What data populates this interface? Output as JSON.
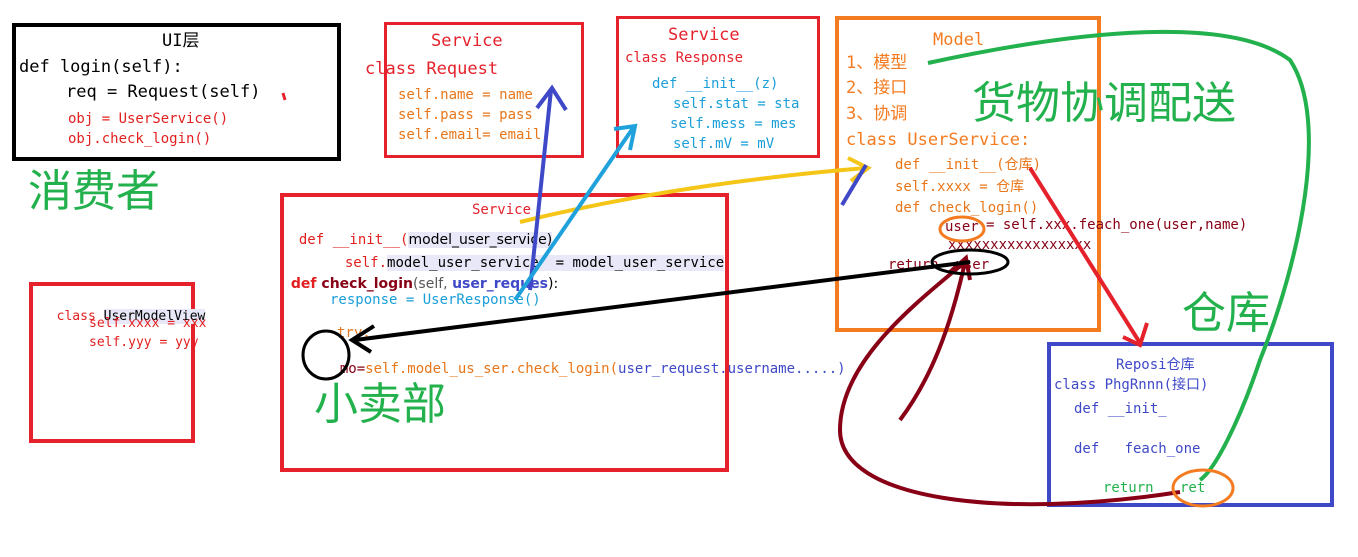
{
  "colors": {
    "red": "#e5212b",
    "blue": "#3f49c8",
    "orange": "#f47b20",
    "green": "#22b14c",
    "cyan": "#1fa2dc",
    "black": "#000000",
    "darkred": "#880015",
    "yellow": "#f5c518",
    "codered": "#e22020",
    "codeorange": "#e8761a",
    "codecyan": "#1a9fd8"
  },
  "ui_layer": {
    "title": "UI层",
    "line1": "def login(self):",
    "line2": "req = Request(self)",
    "line3": "obj = UserService()",
    "line4": "obj.check_login()"
  },
  "consumer_label": "消费者",
  "request_box": {
    "title": "Service",
    "class_line": "class Request",
    "line1": "self.name = name",
    "line2": "self.pass = pass",
    "line3": "self.email= email"
  },
  "response_box": {
    "title": "Service",
    "class_line": "class Response",
    "line1": "def __init__(z)",
    "line2": "self.stat = sta",
    "line3": "self.mess = mes",
    "line4": "self.mV = mV"
  },
  "model_box": {
    "title": "Model",
    "item1": "1、模型",
    "item2": "2、接口",
    "item3": "3、协调",
    "class_line": "class UserService:",
    "init_line": "def __init__(仓库)",
    "self_line": "self.xxxx = 仓库",
    "check_line": "def check_login()",
    "user_word": "user",
    "fetch_line": "= self.xxx.feach_one(user,name)",
    "xx_line": "xxxxxxxxxxxxxxxxx",
    "return_line": "return  user"
  },
  "goods_label": "货物协调配送",
  "service_box": {
    "title": "Service",
    "init_line_a": "def __init__(",
    "init_line_b": "model_user_service)",
    "self_line_a": "self.",
    "self_line_b": "model_user_service  = model_user_service",
    "check_a": "def ",
    "check_b": "check_login",
    "check_c": "(self, ",
    "check_d": "user_reques",
    "check_e": "):",
    "response_line": "response = UserResponse()",
    "try_line": "try:",
    "mo_line_a": "mo=",
    "mo_line_b": "self.model_us_ser.check_login(",
    "mo_line_c": "user_request.username.....)"
  },
  "shop_label": "小卖部",
  "model_view_box": {
    "class_word": "class ",
    "class_name": "UserModelView",
    "line1": "self.xxxx = xxx",
    "line2": "self.yyy = yyy"
  },
  "warehouse_label": "仓库",
  "repo_box": {
    "title": "Reposi仓库",
    "class_line": "class PhgRnnn(接口)",
    "init_line": "def __init_",
    "fetch_line": "def   feach_one",
    "return_word": "return",
    "ret_word": "ret"
  }
}
